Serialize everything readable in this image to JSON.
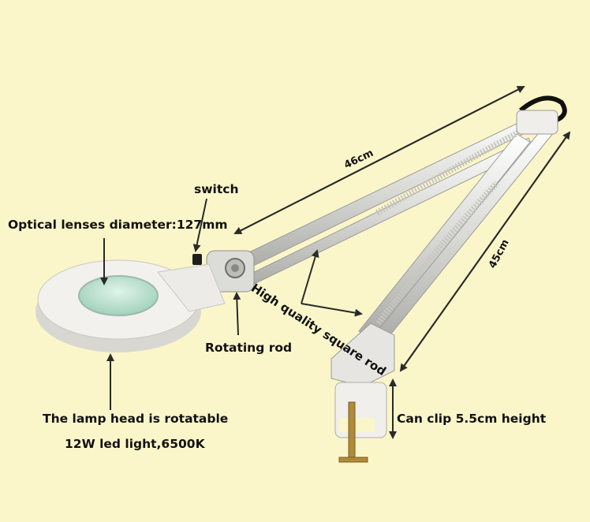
{
  "labels": {
    "switch": "switch",
    "lens": "Optical lenses diameter:127mm",
    "rotating_rod": "Rotating rod",
    "lamp_head": "The lamp head is rotatable",
    "led": "12W led light,6500K",
    "square_rod": "High quality square rod",
    "clip": "Can clip 5.5cm height",
    "dim_46": "46cm",
    "dim_45": "45cm"
  },
  "colors": {
    "background": "#fbf6c9",
    "lamp_body": "#f2f1ee",
    "lens": "#bfe3d2",
    "arrow": "#2a2a2a"
  }
}
